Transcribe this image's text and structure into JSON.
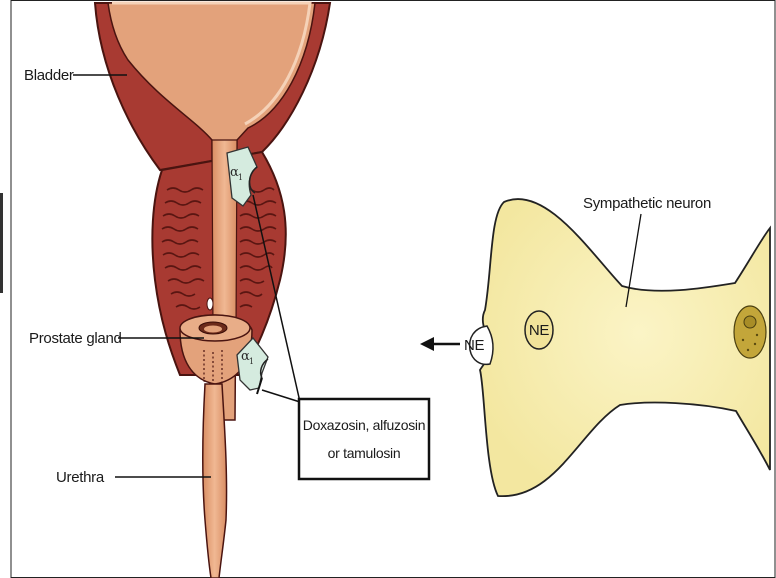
{
  "labels": {
    "bladder": "Bladder",
    "prostate": "Prostate gland",
    "urethra": "Urethra",
    "neuron": "Sympathetic neuron",
    "ne_vesicle": "NE",
    "ne_released": "NE",
    "drug_line1": "Doxazosin, alfuzosin",
    "drug_line2": "or tamulosin"
  },
  "receptors": [
    {
      "symbol": "α",
      "subscript": "1"
    },
    {
      "symbol": "α",
      "subscript": "1"
    }
  ],
  "colors": {
    "muscle": "#a83a32",
    "lumen": "#e3a27b",
    "neuron_fill": "#f7eeb0",
    "receptor": "#d5ebdf"
  }
}
